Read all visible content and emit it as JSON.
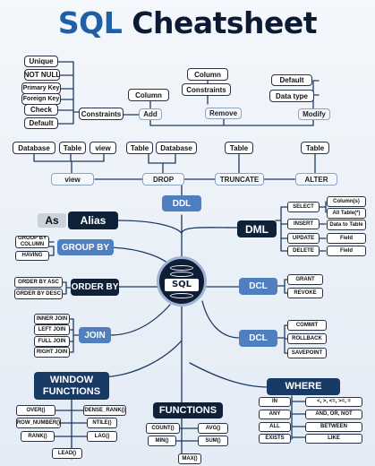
{
  "title": {
    "part1": "SQL",
    "part2": "Cheatsheet"
  },
  "colors": {
    "dark": "#0f2138",
    "blue": "#4f7fbf",
    "line": "#1d3a66",
    "accent": "#1f5fa8"
  },
  "core": {
    "label": "SQL",
    "icon": "database-icon"
  },
  "constraints": {
    "label": "Constraints",
    "items": [
      "Unique",
      "NOT NULL",
      "Primary Key",
      "Foreign Key",
      "Check",
      "Default"
    ]
  },
  "add": {
    "label": "Add",
    "header": "Column"
  },
  "remove": {
    "label": "Remove",
    "items": [
      "Column",
      "Constraints"
    ]
  },
  "modify": {
    "label": "Modify",
    "items": [
      "Default",
      "Data type"
    ]
  },
  "view": {
    "label": "view",
    "items": [
      "Database",
      "Table",
      "view"
    ]
  },
  "drop": {
    "label": "DROP",
    "items": [
      "Table",
      "Database"
    ]
  },
  "truncate": {
    "label": "TRUNCATE",
    "items": [
      "Table"
    ]
  },
  "alter": {
    "label": "ALTER",
    "items": [
      "Table"
    ]
  },
  "ddl": {
    "label": "DDL"
  },
  "dml": {
    "label": "DML",
    "ops": [
      "SELECT",
      "INSERT",
      "UPDATE",
      "DELETE"
    ],
    "targets": [
      "Column(s)",
      "All Table(*)",
      "Data to Table",
      "Field",
      "Field"
    ]
  },
  "alias": {
    "as": "As",
    "label": "Alias"
  },
  "groupby": {
    "label": "GROUP BY",
    "items": [
      "GROUP BY COLUMN",
      "HAVING"
    ]
  },
  "orderby": {
    "label": "ORDER BY",
    "items": [
      "ORDER BY ASC",
      "ORDER BY DESC"
    ]
  },
  "dcl1": {
    "label": "DCL",
    "items": [
      "GRANT",
      "REVOKE"
    ]
  },
  "dcl2": {
    "label": "DCL",
    "items": [
      "COMMIT",
      "ROLLBACK",
      "SAVEPOINT"
    ]
  },
  "join": {
    "label": "JOIN",
    "items": [
      "INNER JOIN",
      "LEFT JOIN",
      "FULL JOIN",
      "RIGHT JOIN"
    ]
  },
  "window": {
    "label": "WINDOW FUNCTIONS",
    "items": [
      "OVER()",
      "DENSE_RANK()",
      "ROW_NUMBER()",
      "NTILE()",
      "RANK()",
      "LAG()",
      "LEAD()"
    ]
  },
  "functions": {
    "label": "FUNCTIONS",
    "items": [
      "COUNT()",
      "AVG()",
      "MIN()",
      "SUM()",
      "MAX()"
    ]
  },
  "where": {
    "label": "WHERE",
    "items": [
      "IN",
      "<, >, <=, >=, =",
      "ANY",
      "AND, OR, NOT",
      "ALL",
      "BETWEEN",
      "EXISTS",
      "LIKE"
    ]
  }
}
